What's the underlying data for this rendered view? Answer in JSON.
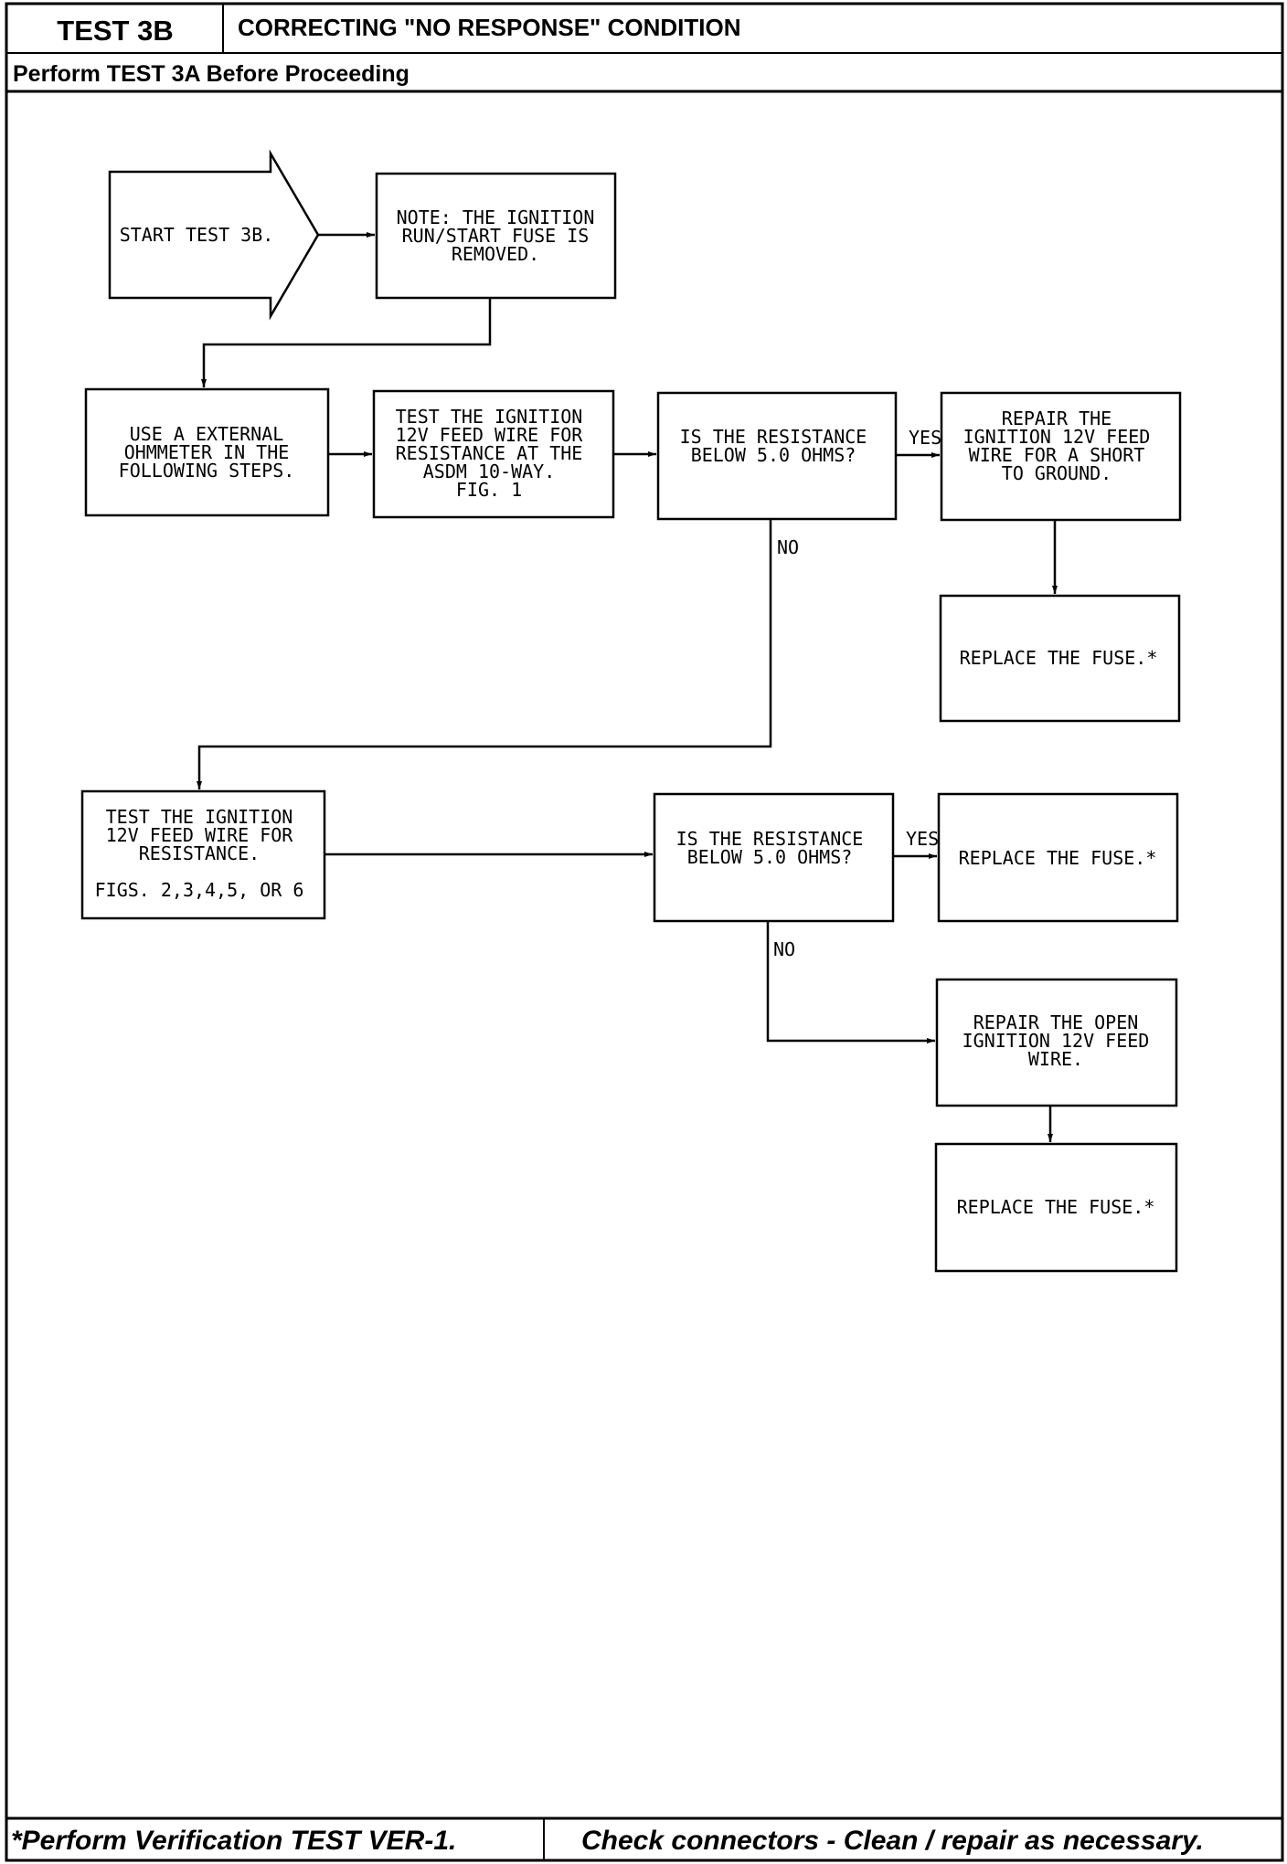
{
  "header": {
    "test_id": "TEST 3B",
    "title": "CORRECTING \"NO RESPONSE\" CONDITION",
    "subtitle": "Perform TEST 3A Before Proceeding"
  },
  "footer": {
    "left": "*Perform Verification TEST VER-1.",
    "right": "Check connectors - Clean / repair as necessary."
  },
  "flowchart": {
    "start": [
      "START TEST 3B."
    ],
    "note": [
      "NOTE: THE IGNITION",
      "RUN/START FUSE IS",
      "REMOVED."
    ],
    "use_ohmmeter": [
      "USE A EXTERNAL",
      "OHMMETER IN THE",
      "FOLLOWING STEPS."
    ],
    "test_asdm": [
      "TEST THE IGNITION",
      "12V FEED WIRE FOR",
      "RESISTANCE AT THE",
      "ASDM 10-WAY.",
      "FIG. 1"
    ],
    "question_1": [
      "IS THE RESISTANCE",
      "BELOW 5.0 OHMS?"
    ],
    "repair_short": [
      "REPAIR THE",
      "IGNITION 12V FEED",
      "WIRE FOR A SHORT",
      "TO GROUND."
    ],
    "replace_fuse_1": [
      "REPLACE THE FUSE.*"
    ],
    "test_wire": [
      "TEST THE IGNITION",
      "12V FEED WIRE FOR",
      "RESISTANCE.",
      "",
      "FIGS. 2,3,4,5, OR 6"
    ],
    "question_2": [
      "IS THE RESISTANCE",
      "BELOW 5.0 OHMS?"
    ],
    "replace_fuse_2": [
      "REPLACE THE FUSE.*"
    ],
    "repair_open": [
      "REPAIR THE OPEN",
      "IGNITION 12V FEED",
      "WIRE."
    ],
    "replace_fuse_3": [
      "REPLACE THE FUSE.*"
    ],
    "labels": {
      "yes_1": "YES",
      "no_1": "NO",
      "yes_2": "YES",
      "no_2": "NO"
    }
  }
}
